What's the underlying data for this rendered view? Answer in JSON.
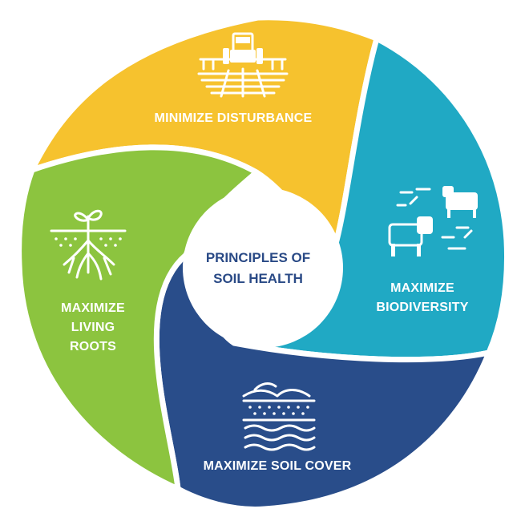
{
  "center": {
    "line1": "PRINCIPLES OF",
    "line2": "SOIL HEALTH"
  },
  "segments": [
    {
      "id": "disturbance",
      "lines": [
        "MINIMIZE DISTURBANCE"
      ],
      "color": "#f6c22e",
      "icon": "tractor-icon"
    },
    {
      "id": "biodiversity",
      "lines": [
        "MAXIMIZE",
        "BIODIVERSITY"
      ],
      "color": "#20a9c4",
      "icon": "livestock-icon"
    },
    {
      "id": "soil-cover",
      "lines": [
        "MAXIMIZE SOIL COVER"
      ],
      "color": "#294d8a",
      "icon": "soil-layers-icon"
    },
    {
      "id": "living-roots",
      "lines": [
        "MAXIMIZE",
        "LIVING",
        "ROOTS"
      ],
      "color": "#8cc43f",
      "icon": "plant-roots-icon"
    }
  ]
}
